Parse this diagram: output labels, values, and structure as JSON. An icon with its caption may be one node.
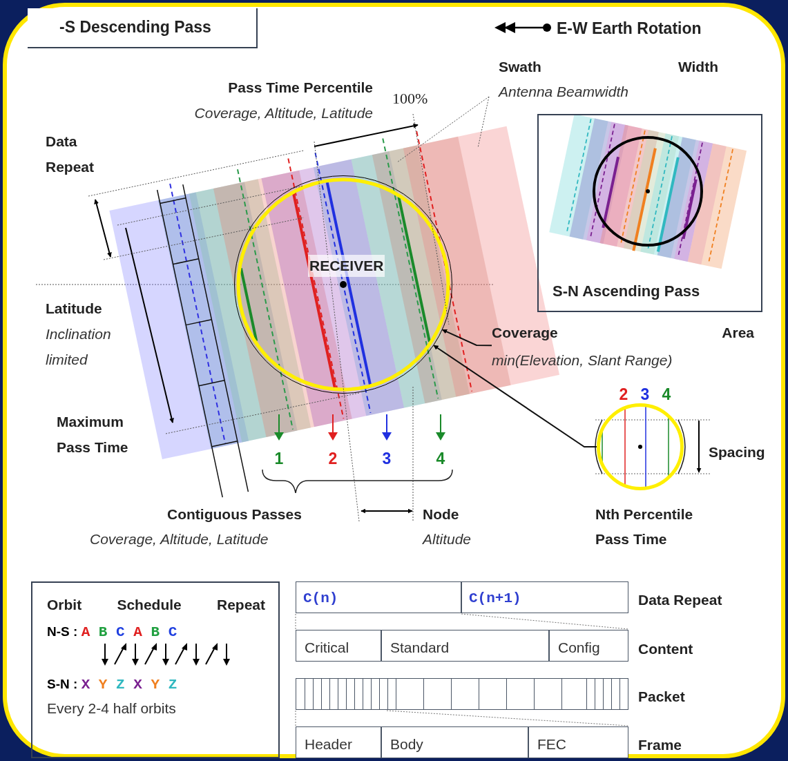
{
  "diagram": {
    "nodes": [
      {
        "text": [
          "-S Descending Pass"
        ]
      },
      {
        "text": [
          "S-N Ascending Pass"
        ]
      },
      {
        "text": [
          "RECEIVER"
        ]
      },
      {
        "text": [
          "Coverage Area",
          "min(Elevation, Slant Range)"
        ]
      },
      {
        "text": [],
        "shape": "circle",
        "beside": [
          "2",
          "3",
          "4"
        ]
      },
      {
        "text": [
          "Orbit Schedule Repeat",
          "N-S : A B C A B C",
          "S-N : X Y Z X Y Z",
          "Every 2-4 half orbits"
        ]
      },
      {
        "text": [
          "C(n)"
        ]
      },
      {
        "text": [
          "C(n+1)"
        ]
      },
      {
        "text": [
          "Critical"
        ]
      },
      {
        "text": [
          "Standard"
        ]
      },
      {
        "text": [
          "Config"
        ]
      },
      {
        "text": [],
        "shape": "bar"
      },
      {
        "text": [
          "Header"
        ]
      },
      {
        "text": [
          "Body"
        ]
      },
      {
        "text": [
          "FEC"
        ]
      }
    ],
    "edges": [
      {
        "from": 3,
        "to": 2,
        "arrow": "to"
      },
      {
        "from": 4,
        "to": 2,
        "arrow": "to"
      }
    ],
    "labels": [
      "Swath Width",
      "Antenna Beamwidth",
      "Pass Time Percentile",
      "Coverage, Altitude, Latitude",
      "100%",
      "Data Repeat",
      "Latitude",
      "Inclination limited",
      "Maximum Pass Time",
      "1",
      "2",
      "3",
      "4",
      "Contiguous Passes",
      "Coverage, Altitude, Latitude",
      "Node",
      "Altitude",
      "Nth Percentile",
      "Spacing",
      "Pass Time",
      "Data Repeat",
      "Content",
      "Packet",
      "Frame"
    ],
    "legend": [
      {
        "text": "E-W Earth Rotation"
      }
    ]
  }
}
